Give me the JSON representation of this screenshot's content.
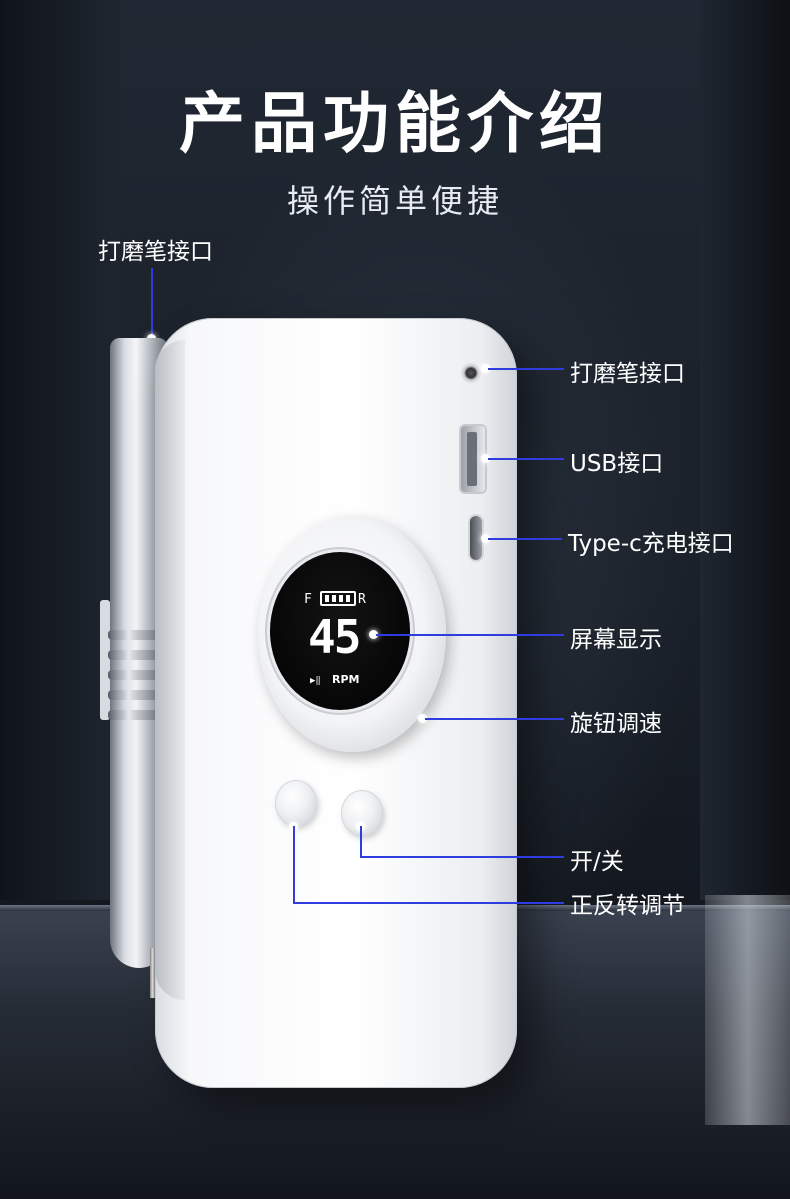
{
  "header": {
    "title": "产品功能介绍",
    "subtitle": "操作简单便捷"
  },
  "callouts": {
    "top_left": "打磨笔接口",
    "pen_port": "打磨笔接口",
    "usb_port": "USB接口",
    "typec_port": "Type-c充电接口",
    "screen": "屏幕显示",
    "knob": "旋钮调速",
    "power": "开/关",
    "direction": "正反转调节"
  },
  "screen": {
    "left_letter": "F",
    "right_letter": "R",
    "speed": "45",
    "unit": "RPM",
    "play_icon": "▶‖"
  },
  "colors": {
    "callout_line": "#2f3de0",
    "background": "#1a2029"
  }
}
